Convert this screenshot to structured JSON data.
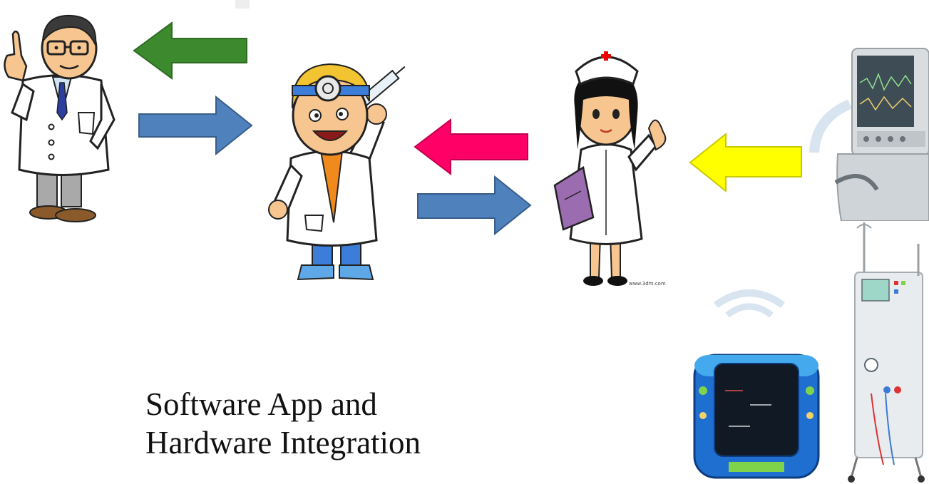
{
  "caption": {
    "line1": "Software App and",
    "line2": "Hardware Integration"
  },
  "watermarks": {
    "doctor2": "",
    "nurse": "www.3dm.com"
  },
  "figures": [
    {
      "name": "senior-doctor",
      "icon": "senior-doctor-figure"
    },
    {
      "name": "junior-doctor",
      "icon": "junior-doctor-syringe-figure"
    },
    {
      "name": "nurse",
      "icon": "nurse-clipboard-figure"
    },
    {
      "name": "ventilator",
      "icon": "ventilator-device"
    },
    {
      "name": "vital-signs-monitor",
      "icon": "vital-signs-monitor-device"
    },
    {
      "name": "dialysis-machine",
      "icon": "dialysis-machine-device"
    }
  ],
  "arrows": [
    {
      "name": "arrow-to-senior-doctor",
      "direction": "left",
      "color": "#3d8a2e"
    },
    {
      "name": "arrow-to-junior-doctor",
      "direction": "right",
      "color": "#4f81bd"
    },
    {
      "name": "arrow-nurse-to-junior-doctor",
      "direction": "left",
      "color": "#ff0066"
    },
    {
      "name": "arrow-junior-doctor-to-nurse",
      "direction": "right",
      "color": "#4f81bd"
    },
    {
      "name": "arrow-devices-to-nurse",
      "direction": "left",
      "color": "#ffff00"
    }
  ],
  "colors": {
    "green_arrow": "#3d8a2e",
    "blue_arrow": "#4f81bd",
    "pink_arrow": "#ff0066",
    "yellow_arrow": "#ffff00",
    "arrow_outline": "#385d8a"
  }
}
